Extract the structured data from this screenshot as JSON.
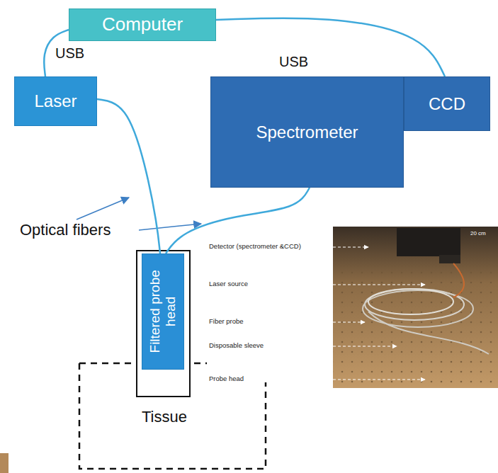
{
  "diagram": {
    "nodes": [
      {
        "text": [
          "Computer"
        ]
      },
      {
        "text": [
          "Laser"
        ]
      },
      {
        "text": [
          "Spectrometer"
        ]
      },
      {
        "text": [
          "CCD"
        ]
      },
      {
        "text": [
          "Filtered probe head"
        ]
      }
    ],
    "edges": [
      {
        "from": 0,
        "to": 1,
        "label": "USB",
        "arrow": "none"
      },
      {
        "from": 0,
        "to": 3,
        "label": "USB",
        "arrow": "none"
      },
      {
        "from": 1,
        "to": 4,
        "arrow": "none"
      },
      {
        "from": 2,
        "to": 4,
        "arrow": "none"
      }
    ],
    "labels": [
      "Optical fibers",
      "Detector (spectrometer &CCD)",
      "Laser source",
      "Fiber probe",
      "Disposable sleeve",
      "Probe head",
      "20 cm",
      "Tissue"
    ]
  }
}
